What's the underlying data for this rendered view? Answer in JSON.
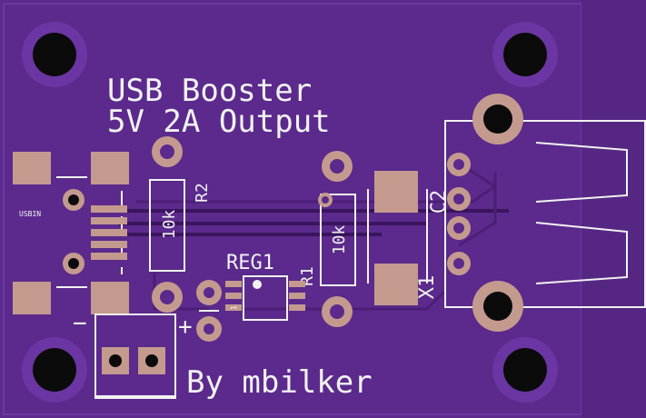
{
  "board": {
    "title_line1": "USB Booster",
    "title_line2": "5V 2A Output",
    "author": "By mbilker",
    "colors": {
      "board": "#5b2a8c",
      "board_edge": "#6a35a0",
      "silk": "#f2f2f2",
      "pad": "#c49a8f",
      "hole": "#0b0b0b"
    }
  },
  "labels": {
    "usbin": "USBIN",
    "r2_ref": "R2",
    "r2_value": "10k",
    "r1_ref": "R1",
    "r1_value": "10k",
    "reg_ref": "REG1",
    "c2_ref": "C2",
    "x1_ref": "X1",
    "minus": "−",
    "plus": "+",
    "pin1_marker": "1"
  }
}
